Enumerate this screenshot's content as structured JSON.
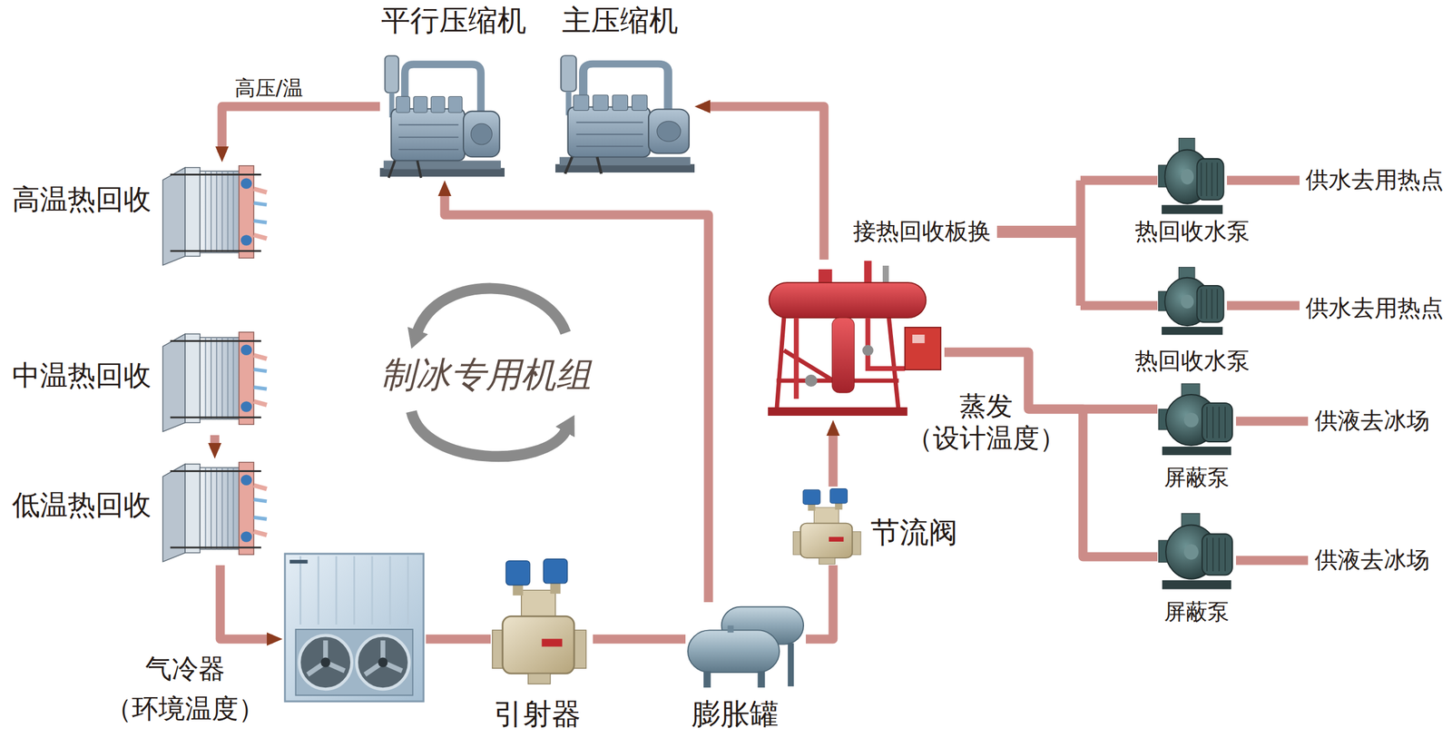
{
  "diagram": {
    "nodes": [
      {
        "text": [
          "平行压缩机"
        ]
      },
      {
        "text": [
          "主压缩机"
        ]
      },
      {
        "text": [
          "高温热回收"
        ]
      },
      {
        "text": [
          "中温热回收"
        ]
      },
      {
        "text": [
          "低温热回收"
        ]
      },
      {
        "text": [
          "气冷器 （环境温度）"
        ]
      },
      {
        "text": [
          "引射器"
        ]
      },
      {
        "text": [
          "膨胀罐"
        ]
      },
      {
        "text": [
          "节流阀"
        ]
      },
      {
        "text": [
          "蒸发 （设计温度）"
        ]
      },
      {
        "text": [
          "热回收水泵"
        ]
      },
      {
        "text": [
          "热回收水泵"
        ]
      },
      {
        "text": [
          "屏蔽泵"
        ]
      },
      {
        "text": [
          "屏蔽泵"
        ]
      }
    ],
    "edges": [
      {
        "from": 0,
        "to": 2,
        "arrow": "to",
        "label": "高压/温"
      },
      {
        "from": 3,
        "to": 4,
        "arrow": "to"
      },
      {
        "from": 4,
        "to": 5,
        "arrow": "to"
      },
      {
        "from": 5,
        "to": 6,
        "arrow": "none"
      },
      {
        "from": 6,
        "to": 7,
        "arrow": "none"
      },
      {
        "from": 7,
        "to": 0,
        "arrow": "to"
      },
      {
        "from": 7,
        "to": 8,
        "arrow": "none"
      },
      {
        "from": 8,
        "to": 9,
        "arrow": "to"
      },
      {
        "from": 9,
        "to": 1,
        "arrow": "to"
      },
      {
        "from": 9,
        "to": 12,
        "arrow": "none"
      },
      {
        "from": 9,
        "to": 13,
        "arrow": "none"
      }
    ],
    "labels": [
      "制冰专用机组",
      "接热回收板换",
      "供水去用热点",
      "供水去用热点",
      "供液去冰场",
      "供液去冰场"
    ]
  }
}
